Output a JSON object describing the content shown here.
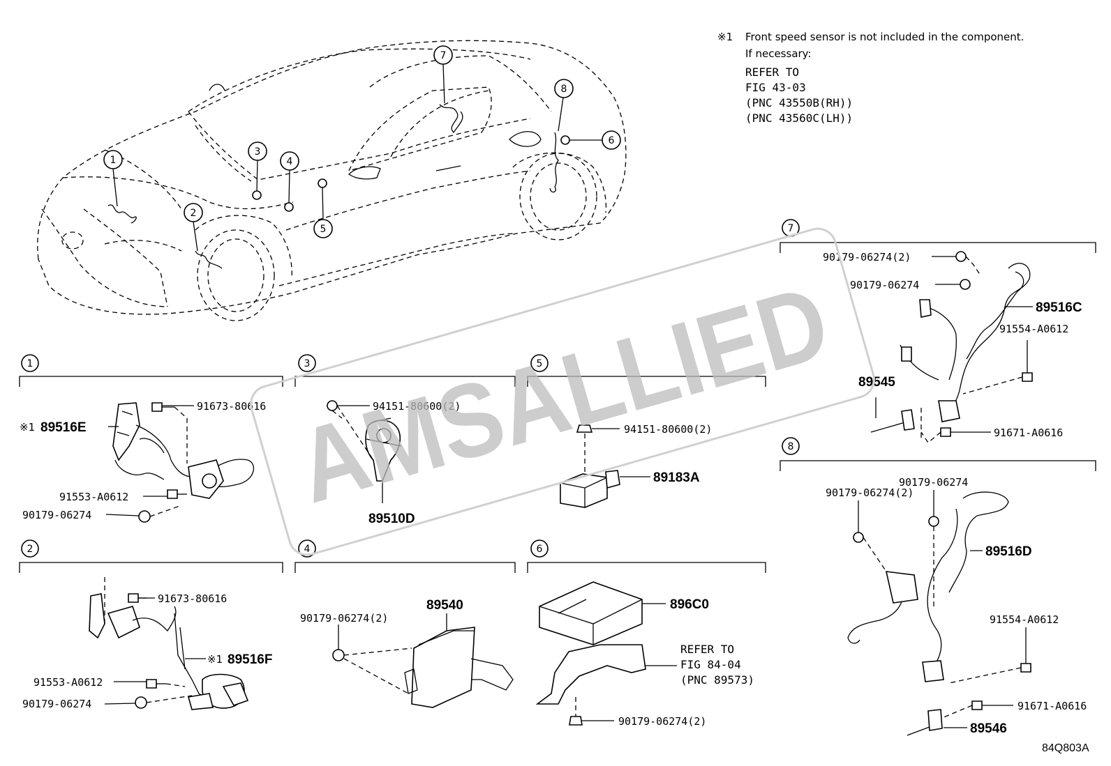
{
  "note": {
    "mark": "※1",
    "line1": "Front speed sensor is not included in the component.",
    "line2": "If necessary:",
    "ref": [
      "REFER TO",
      "FIG 43-03",
      "(PNC 43550B(RH))",
      "(PNC 43560C(LH))"
    ]
  },
  "car_callouts": [
    "1",
    "2",
    "3",
    "4",
    "5",
    "6",
    "7",
    "8"
  ],
  "sections": {
    "s1": {
      "num": "1",
      "labels": [
        "91673-80616",
        "91553-A0612",
        "90179-06274"
      ],
      "part": "89516E",
      "mark": "※1"
    },
    "s2": {
      "num": "2",
      "labels": [
        "91673-80616",
        "91553-A0612",
        "90179-06274"
      ],
      "part": "89516F",
      "mark": "※1"
    },
    "s3": {
      "num": "3",
      "labels": [
        "94151-80600(2)"
      ],
      "part": "89510D"
    },
    "s4": {
      "num": "4",
      "labels": [
        "90179-06274(2)"
      ],
      "part": "89540"
    },
    "s5": {
      "num": "5",
      "labels": [
        "94151-80600(2)"
      ],
      "part": "89183A"
    },
    "s6": {
      "num": "6",
      "labels": [
        "90179-06274(2)"
      ],
      "part": "896C0",
      "ref": [
        "REFER TO",
        "FIG 84-04",
        "(PNC 89573)"
      ]
    },
    "s7": {
      "num": "7",
      "labels": [
        "90179-06274(2)",
        "90179-06274",
        "91554-A0612",
        "91671-A0616"
      ],
      "parts": [
        "89516C",
        "89545"
      ]
    },
    "s8": {
      "num": "8",
      "labels": [
        "90179-06274",
        "90179-06274(2)",
        "91554-A0612",
        "91671-A0616"
      ],
      "parts": [
        "89516D",
        "89546"
      ]
    }
  },
  "watermark": "AMSALLIED",
  "figure_code": "84Q803A"
}
